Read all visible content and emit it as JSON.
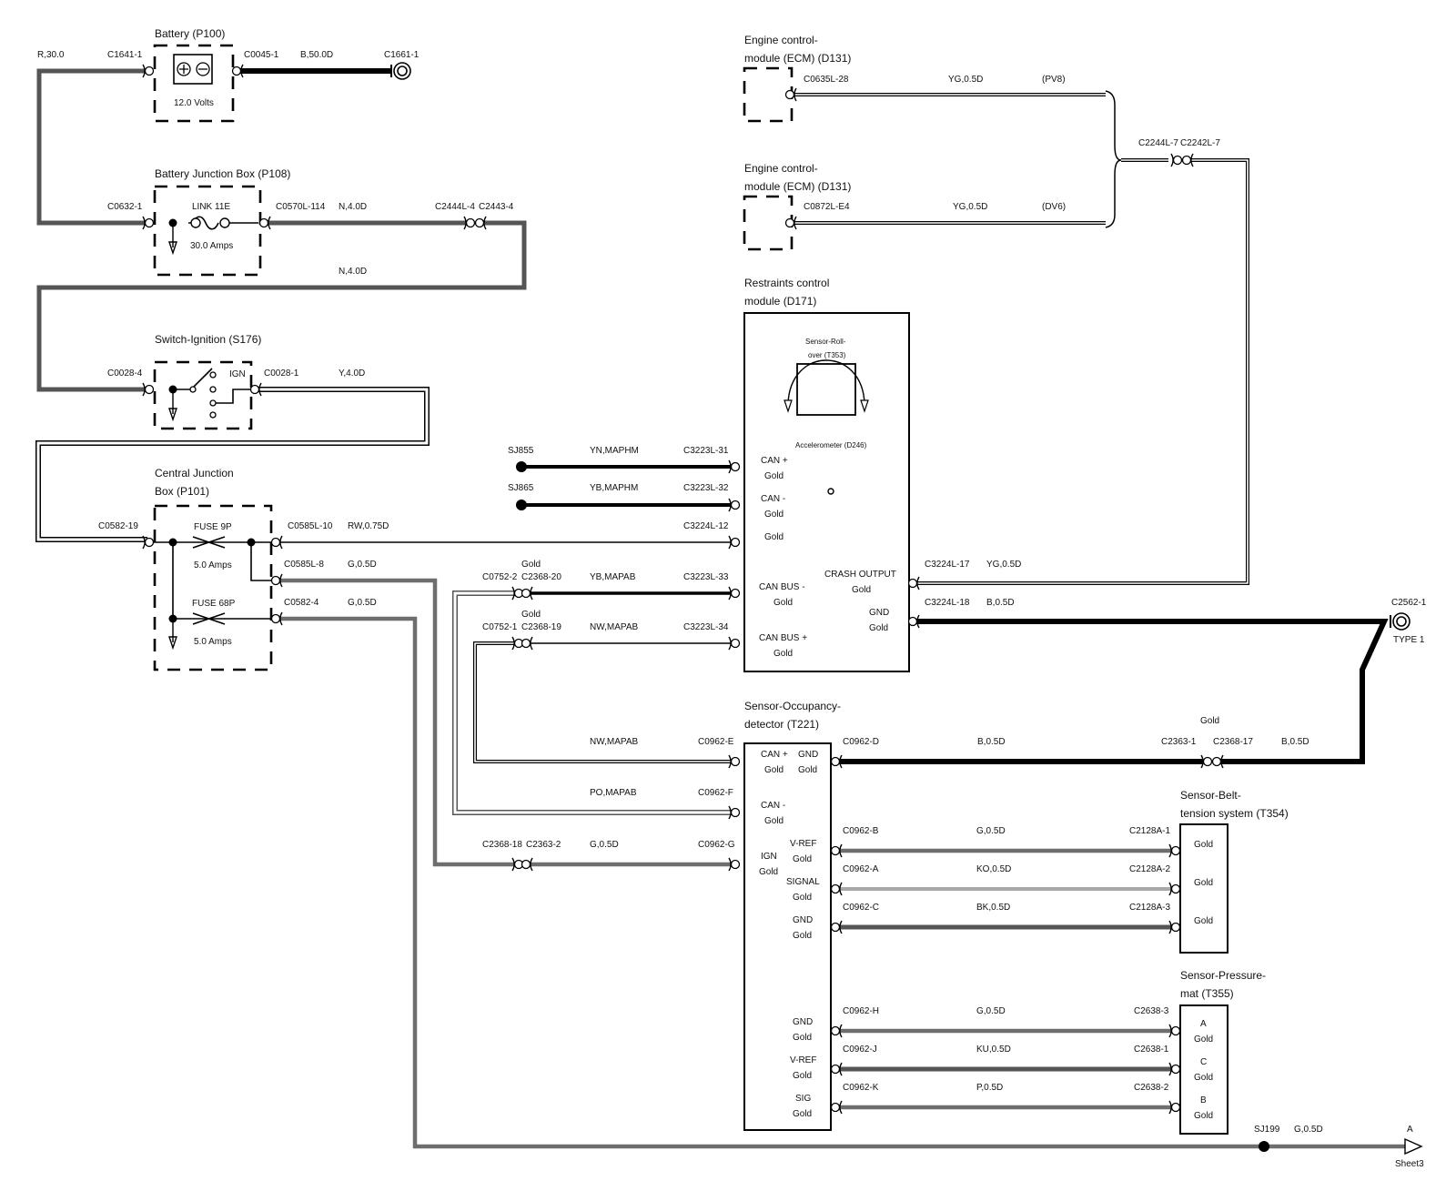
{
  "components": {
    "battery": {
      "title": "Battery (P100)",
      "voltage": "12.0 Volts"
    },
    "bjb": {
      "title": "Battery Junction Box (P108)",
      "fuse": "LINK 11E",
      "rating": "30.0 Amps"
    },
    "ignition": {
      "title": "Switch-Ignition (S176)",
      "ign": "IGN"
    },
    "cjb": {
      "title1": "Central Junction",
      "title2": "Box (P101)",
      "fuse1": "FUSE 9P",
      "rating1": "5.0 Amps",
      "fuse2": "FUSE 68P",
      "rating2": "5.0 Amps"
    },
    "ecm1": {
      "title1": "Engine control-",
      "title2": "module (ECM) (D131)"
    },
    "ecm2": {
      "title1": "Engine control-",
      "title2": "module (ECM) (D131)"
    },
    "rcm": {
      "title1": "Restraints control",
      "title2": "module (D171)",
      "sensor1": "Sensor-Roll-",
      "sensor2": "over (T353)",
      "accel": "Accelerometer (D246)"
    },
    "sod": {
      "title1": "Sensor-Occupancy-",
      "title2": "detector (T221)"
    },
    "belt": {
      "title1": "Sensor-Belt-",
      "title2": "tension system (T354)"
    },
    "mat": {
      "title1": "Sensor-Pressure-",
      "title2": "mat (T355)"
    }
  },
  "connectors": {
    "c1641": "C1641-1",
    "c0045": "C0045-1",
    "c1661": "C1661-1",
    "c0632": "C0632-1",
    "c0570": "C0570L-114",
    "c2444": "C2444L-4",
    "c2443": "C2443-4",
    "c0028_4": "C0028-4",
    "c0028_1": "C0028-1",
    "c0582_19": "C0582-19",
    "c0585_10": "C0585L-10",
    "c0585_8": "C0585L-8",
    "c0582_4": "C0582-4",
    "c0635": "C0635L-28",
    "c0872": "C0872L-E4",
    "c2244": "C2244L-7",
    "c2242": "C2242L-7",
    "sj855": "SJ855",
    "sj865": "SJ865",
    "c3223_31": "C3223L-31",
    "c3223_32": "C3223L-32",
    "c3224_12": "C3224L-12",
    "c0752_2": "C0752-2",
    "c2368_20": "C2368-20",
    "c3223_33": "C3223L-33",
    "c0752_1": "C0752-1",
    "c2368_19": "C2368-19",
    "c3223_34": "C3223L-34",
    "c3224_17": "C3224L-17",
    "c3224_18": "C3224L-18",
    "c2562": "C2562-1",
    "type1": "TYPE 1",
    "c0962_e": "C0962-E",
    "c0962_d": "C0962-D",
    "c2363_1": "C2363-1",
    "c2368_17": "C2368-17",
    "c0962_f": "C0962-F",
    "c2368_18": "C2368-18",
    "c2363_2": "C2363-2",
    "c0962_g": "C0962-G",
    "c0962_b": "C0962-B",
    "c2128_1": "C2128A-1",
    "c0962_a": "C0962-A",
    "c2128_2": "C2128A-2",
    "c0962_c": "C0962-C",
    "c2128_3": "C2128A-3",
    "c0962_h": "C0962-H",
    "c2638_3": "C2638-3",
    "c0962_j": "C0962-J",
    "c2638_1": "C2638-1",
    "c0962_k": "C0962-K",
    "c2638_2": "C2638-2",
    "sj199": "SJ199",
    "sheet_pin": "A",
    "sheet": "Sheet3"
  },
  "wires": {
    "w_r30": "R,30.0",
    "w_b50": "B,50.0D",
    "w_n4a": "N,4.0D",
    "w_n4b": "N,4.0D",
    "w_y4": "Y,4.0D",
    "w_pv8_col": "YG,0.5D",
    "w_pv8": "(PV8)",
    "w_dv6_col": "YG,0.5D",
    "w_dv6": "(DV6)",
    "w_rw": "RW,0.75D",
    "w_g8": "G,0.5D",
    "w_g4": "G,0.5D",
    "w_yn": "YN,MAPHM",
    "w_yb1": "YB,MAPHM",
    "w_yb2": "YB,MAPAB",
    "w_nw1": "NW,MAPAB",
    "w_yg17": "YG,0.5D",
    "w_b18": "B,0.5D",
    "w_nw2": "NW,MAPAB",
    "w_bd": "B,0.5D",
    "w_b17": "B,0.5D",
    "w_po": "PO,MAPAB",
    "w_g18": "G,0.5D",
    "w_gb": "G,0.5D",
    "w_ko": "KO,0.5D",
    "w_bk": "BK,0.5D",
    "w_gh": "G,0.5D",
    "w_ku": "KU,0.5D",
    "w_p": "P,0.5D",
    "w_sj199": "G,0.5D",
    "gold_top1": "Gold",
    "gold_top2": "Gold",
    "gold_2363": "Gold"
  },
  "pins": {
    "rcm_canp": "CAN +",
    "rcm_canp_g": "Gold",
    "rcm_canm": "CAN -",
    "rcm_canm_g": "Gold",
    "rcm_gold12": "Gold",
    "rcm_busm": "CAN BUS -",
    "rcm_busm_g": "Gold",
    "rcm_busp": "CAN BUS +",
    "rcm_busp_g": "Gold",
    "rcm_crash": "CRASH OUTPUT",
    "rcm_crash_g": "Gold",
    "rcm_gnd": "GND",
    "rcm_gnd_g": "Gold",
    "sod_canp": "CAN +",
    "sod_canp_g": "Gold",
    "sod_gnd": "GND",
    "sod_gnd_g": "Gold",
    "sod_canm": "CAN -",
    "sod_canm_g": "Gold",
    "sod_ign": "IGN",
    "sod_ign_g": "Gold",
    "sod_vref": "V-REF",
    "sod_vref_g": "Gold",
    "sod_sig": "SIGNAL",
    "sod_sig_g": "Gold",
    "sod_gnd2": "GND",
    "sod_gnd2_g": "Gold",
    "sod_gnd3": "GND",
    "sod_gnd3_g": "Gold",
    "sod_vref2": "V-REF",
    "sod_vref2_g": "Gold",
    "sod_sig2": "SIG",
    "sod_sig2_g": "Gold",
    "belt_1": "Gold",
    "belt_2": "Gold",
    "belt_3": "Gold",
    "mat_a": "A",
    "mat_a_g": "Gold",
    "mat_c": "C",
    "mat_c_g": "Gold",
    "mat_b": "B",
    "mat_b_g": "Gold"
  }
}
